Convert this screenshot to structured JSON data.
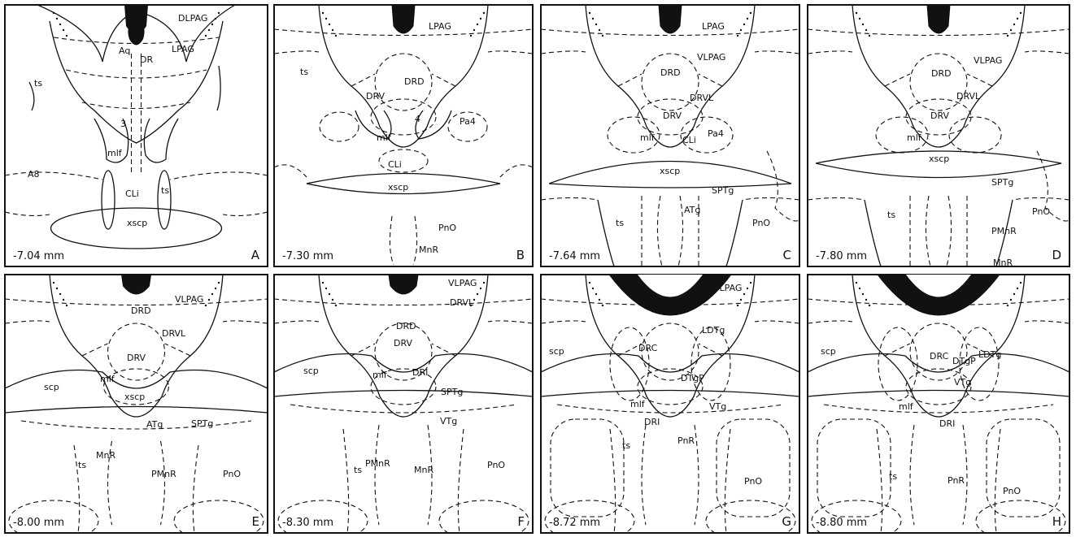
{
  "panels": [
    {
      "letter": "A",
      "coordinate": "-7.04 mm",
      "aqueduct": "",
      "labels": [
        "DLPAG",
        "Aq",
        "DR",
        "LPAG",
        "ts",
        "3",
        "mlf",
        "A8",
        "CLi",
        "ts",
        "xscp"
      ]
    },
    {
      "letter": "B",
      "coordinate": "-7.30 mm",
      "aqueduct": "Aq",
      "labels": [
        "LPAG",
        "ts",
        "DRD",
        "DRV",
        "4",
        "Pa4",
        "mlf",
        "CLi",
        "xscp",
        "PnO",
        "MnR"
      ]
    },
    {
      "letter": "C",
      "coordinate": "-7.64 mm",
      "aqueduct": "Aq",
      "labels": [
        "LPAG",
        "VLPAG",
        "DRD",
        "DRVL",
        "DRV",
        "Pa4",
        "mlf",
        "CLi",
        "xscp",
        "SPTg",
        "ts",
        "ATg",
        "PnO"
      ]
    },
    {
      "letter": "D",
      "coordinate": "-7.80 mm",
      "aqueduct": "Aq",
      "labels": [
        "VLPAG",
        "DRD",
        "DRVL",
        "DRV",
        "mlf",
        "xscp",
        "SPTg",
        "ts",
        "PnO",
        "PMnR",
        "MnR"
      ]
    },
    {
      "letter": "E",
      "coordinate": "-8.00 mm",
      "aqueduct": "Aq",
      "labels": [
        "DRD",
        "VLPAG",
        "DRVL",
        "DRV",
        "mlf",
        "scp",
        "xscp",
        "ATg",
        "SPTg",
        "MnR",
        "ts",
        "PMnR",
        "PnO"
      ]
    },
    {
      "letter": "F",
      "coordinate": "-8.30 mm",
      "aqueduct": "",
      "labels": [
        "VLPAG",
        "DRVL",
        "DRD",
        "DRV",
        "scp",
        "mlf",
        "DRI",
        "SPTg",
        "VTg",
        "ts",
        "PMnR",
        "MnR",
        "PnO"
      ]
    },
    {
      "letter": "G",
      "coordinate": "-8.72 mm",
      "aqueduct": "",
      "labels": [
        "VLPAG",
        "LDTg",
        "scp",
        "DRC",
        "DTgP",
        "mlf",
        "VTg",
        "DRI",
        "ts",
        "PnR",
        "PnO"
      ]
    },
    {
      "letter": "H",
      "coordinate": "-8.80 mm",
      "aqueduct": "",
      "labels": [
        "scp",
        "DRC",
        "LDTg",
        "DTgP",
        "VTg",
        "mlf",
        "DRI",
        "ts",
        "PnR",
        "PnO"
      ]
    }
  ]
}
